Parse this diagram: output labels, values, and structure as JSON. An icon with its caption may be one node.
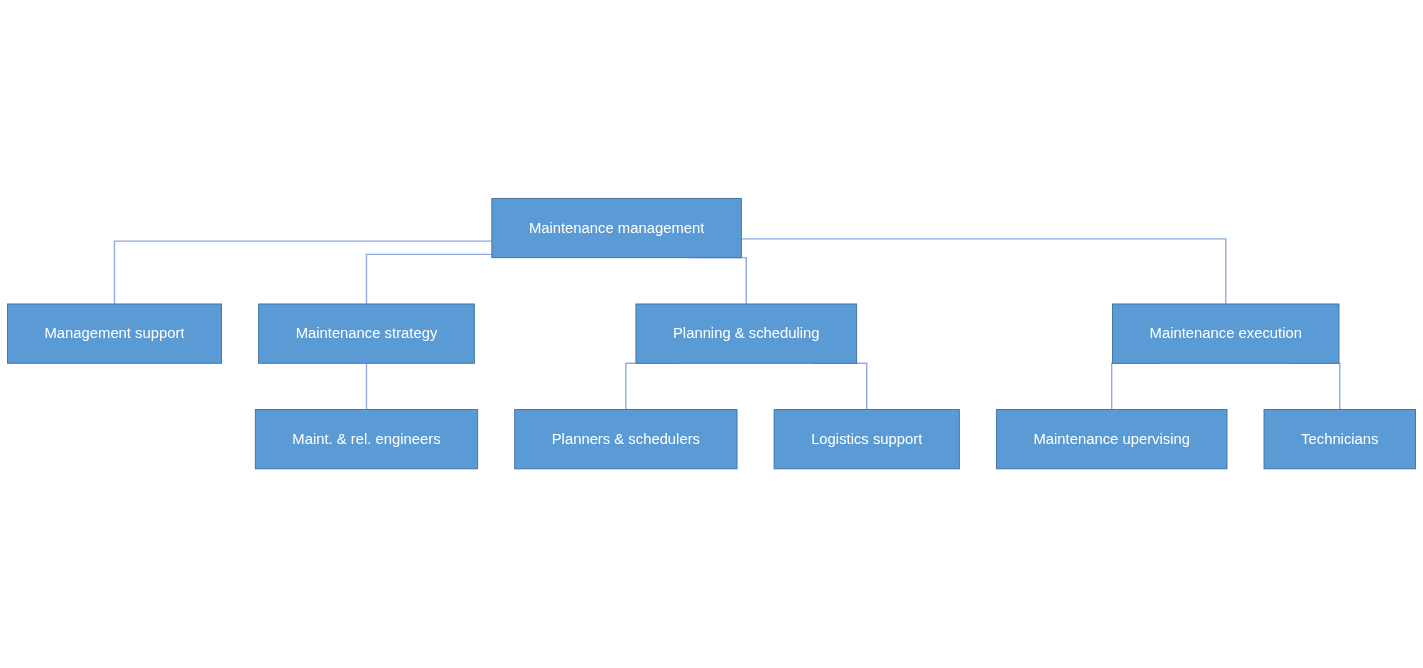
{
  "diagram": {
    "nodes": [
      {
        "text": [
          "Maintenance management"
        ]
      },
      {
        "text": [
          "Management support"
        ]
      },
      {
        "text": [
          "Maintenance strategy"
        ]
      },
      {
        "text": [
          "Planning & scheduling"
        ]
      },
      {
        "text": [
          "Maintenance execution"
        ]
      },
      {
        "text": [
          "Maint. & rel. engineers"
        ]
      },
      {
        "text": [
          "Planners & schedulers"
        ]
      },
      {
        "text": [
          "Logistics support"
        ]
      },
      {
        "text": [
          "Maintenance upervising"
        ]
      },
      {
        "text": [
          "Technicians"
        ]
      }
    ],
    "edges": [
      {
        "from": 0,
        "to": 1,
        "arrow": "none"
      },
      {
        "from": 0,
        "to": 2,
        "arrow": "none"
      },
      {
        "from": 0,
        "to": 3,
        "arrow": "none"
      },
      {
        "from": 0,
        "to": 4,
        "arrow": "none"
      },
      {
        "from": 2,
        "to": 5,
        "arrow": "none"
      },
      {
        "from": 3,
        "to": 6,
        "arrow": "none"
      },
      {
        "from": 3,
        "to": 7,
        "arrow": "none"
      },
      {
        "from": 4,
        "to": 8,
        "arrow": "none"
      },
      {
        "from": 4,
        "to": 9,
        "arrow": "none"
      }
    ]
  }
}
